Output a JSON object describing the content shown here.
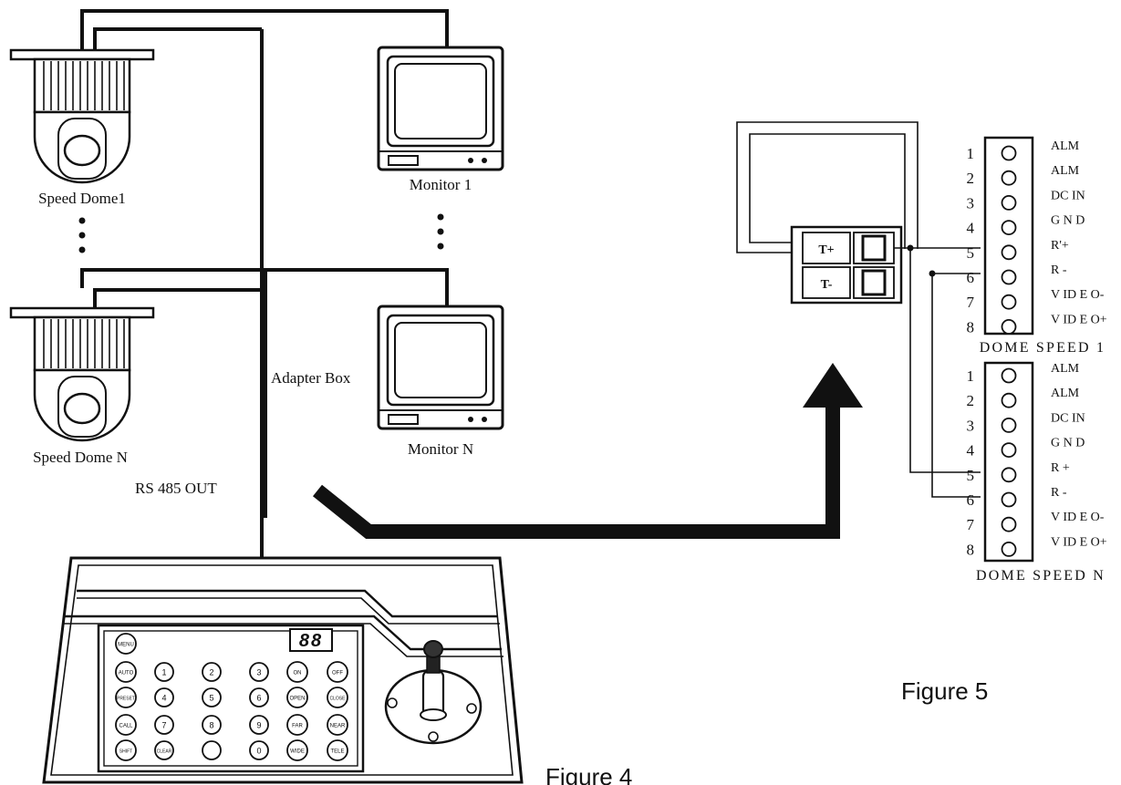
{
  "devices": {
    "dome1_label": "Speed Dome1",
    "domeN_label": "Speed Dome N",
    "monitor1_label": "Monitor 1",
    "monitorN_label": "Monitor N",
    "adapter_label": "Adapter Box",
    "rs485_label": "RS 485 OUT"
  },
  "keyboard": {
    "display": "88",
    "buttons": [
      [
        "MENU",
        "",
        "",
        "",
        "",
        ""
      ],
      [
        "AUTO",
        "1",
        "2",
        "3",
        "ON",
        "OFF"
      ],
      [
        "PRESET",
        "4",
        "5",
        "6",
        "OPEN",
        "CLOSE"
      ],
      [
        "CALL",
        "7",
        "8",
        "9",
        "FAR",
        "NEAR"
      ],
      [
        "SHIFT",
        "CLEAR",
        "",
        "0",
        "WIDE",
        "TELE"
      ]
    ]
  },
  "terminals": {
    "tplus": "T+",
    "tminus": "T-",
    "blocks": [
      {
        "title": "DOME SPEED 1",
        "pins": [
          {
            "num": "1",
            "label": "ALM"
          },
          {
            "num": "2",
            "label": "ALM"
          },
          {
            "num": "3",
            "label": "DC IN"
          },
          {
            "num": "4",
            "label": "G N D"
          },
          {
            "num": "5",
            "label": "R'+"
          },
          {
            "num": "6",
            "label": "R -"
          },
          {
            "num": "7",
            "label": "V ID E O-"
          },
          {
            "num": "8",
            "label": "V ID E O+"
          }
        ]
      },
      {
        "title": "DOME SPEED N",
        "pins": [
          {
            "num": "1",
            "label": "ALM"
          },
          {
            "num": "2",
            "label": "ALM"
          },
          {
            "num": "3",
            "label": "DC IN"
          },
          {
            "num": "4",
            "label": "G N D"
          },
          {
            "num": "5",
            "label": "R +"
          },
          {
            "num": "6",
            "label": "R -"
          },
          {
            "num": "7",
            "label": "V ID E O-"
          },
          {
            "num": "8",
            "label": "V ID E O+"
          }
        ]
      }
    ]
  },
  "captions": {
    "figure4": "Figure 4",
    "figure5": "Figure 5"
  }
}
